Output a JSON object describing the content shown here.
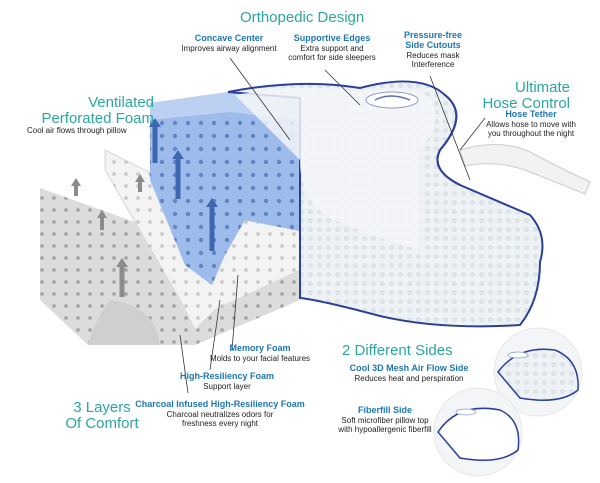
{
  "headings": {
    "orthopedic": "Orthopedic Design",
    "ventilated_l1": "Ventilated",
    "ventilated_l2": "Perforated Foam",
    "hose_l1": "Ultimate",
    "hose_l2": "Hose Control",
    "sides": "2 Different Sides",
    "layers_l1": "3 Layers",
    "layers_l2": "Of Comfort"
  },
  "callouts": {
    "concave": {
      "title": "Concave Center",
      "text": "Improves airway alignment"
    },
    "edges": {
      "title": "Supportive Edges",
      "text_l1": "Extra support and",
      "text_l2": "comfort for side sleepers"
    },
    "cutouts": {
      "title_l1": "Pressure-free",
      "title_l2": "Side Cutouts",
      "text_l1": "Reduces mask",
      "text_l2": "Interference"
    },
    "ventilated": {
      "text": "Cool air flows through pillow"
    },
    "tether": {
      "title": "Hose Tether",
      "text_l1": "Allows hose to move with",
      "text_l2": "you throughout the night"
    },
    "memory": {
      "title": "Memory Foam",
      "text": "Molds to your facial features"
    },
    "resiliency": {
      "title": "High-Resiliency Foam",
      "text": "Support layer"
    },
    "charcoal": {
      "title": "Charcoal Infused High-Resiliency Foam",
      "text_l1": "Charcoal neutralizes odors for",
      "text_l2": "freshness every night"
    },
    "mesh": {
      "title": "Cool 3D Mesh Air Flow Side",
      "text": "Reduces heat and perspiration"
    },
    "fiberfill": {
      "title": "Fiberfill Side",
      "text_l1": "Soft microfiber pillow top",
      "text_l2": "with hypoallergenic fiberfill"
    }
  },
  "colors": {
    "teal": "#2ba6a0",
    "blue_title": "#1f76b5",
    "memory_foam": "#8fb3e6",
    "arrow_blue": "#3d68b0",
    "arrow_gray": "#8c8c8c",
    "piping": "#2a3f9a"
  },
  "icons": [
    "arrow-up-icon",
    "pillow-illustration",
    "pillow-thumbnail"
  ]
}
